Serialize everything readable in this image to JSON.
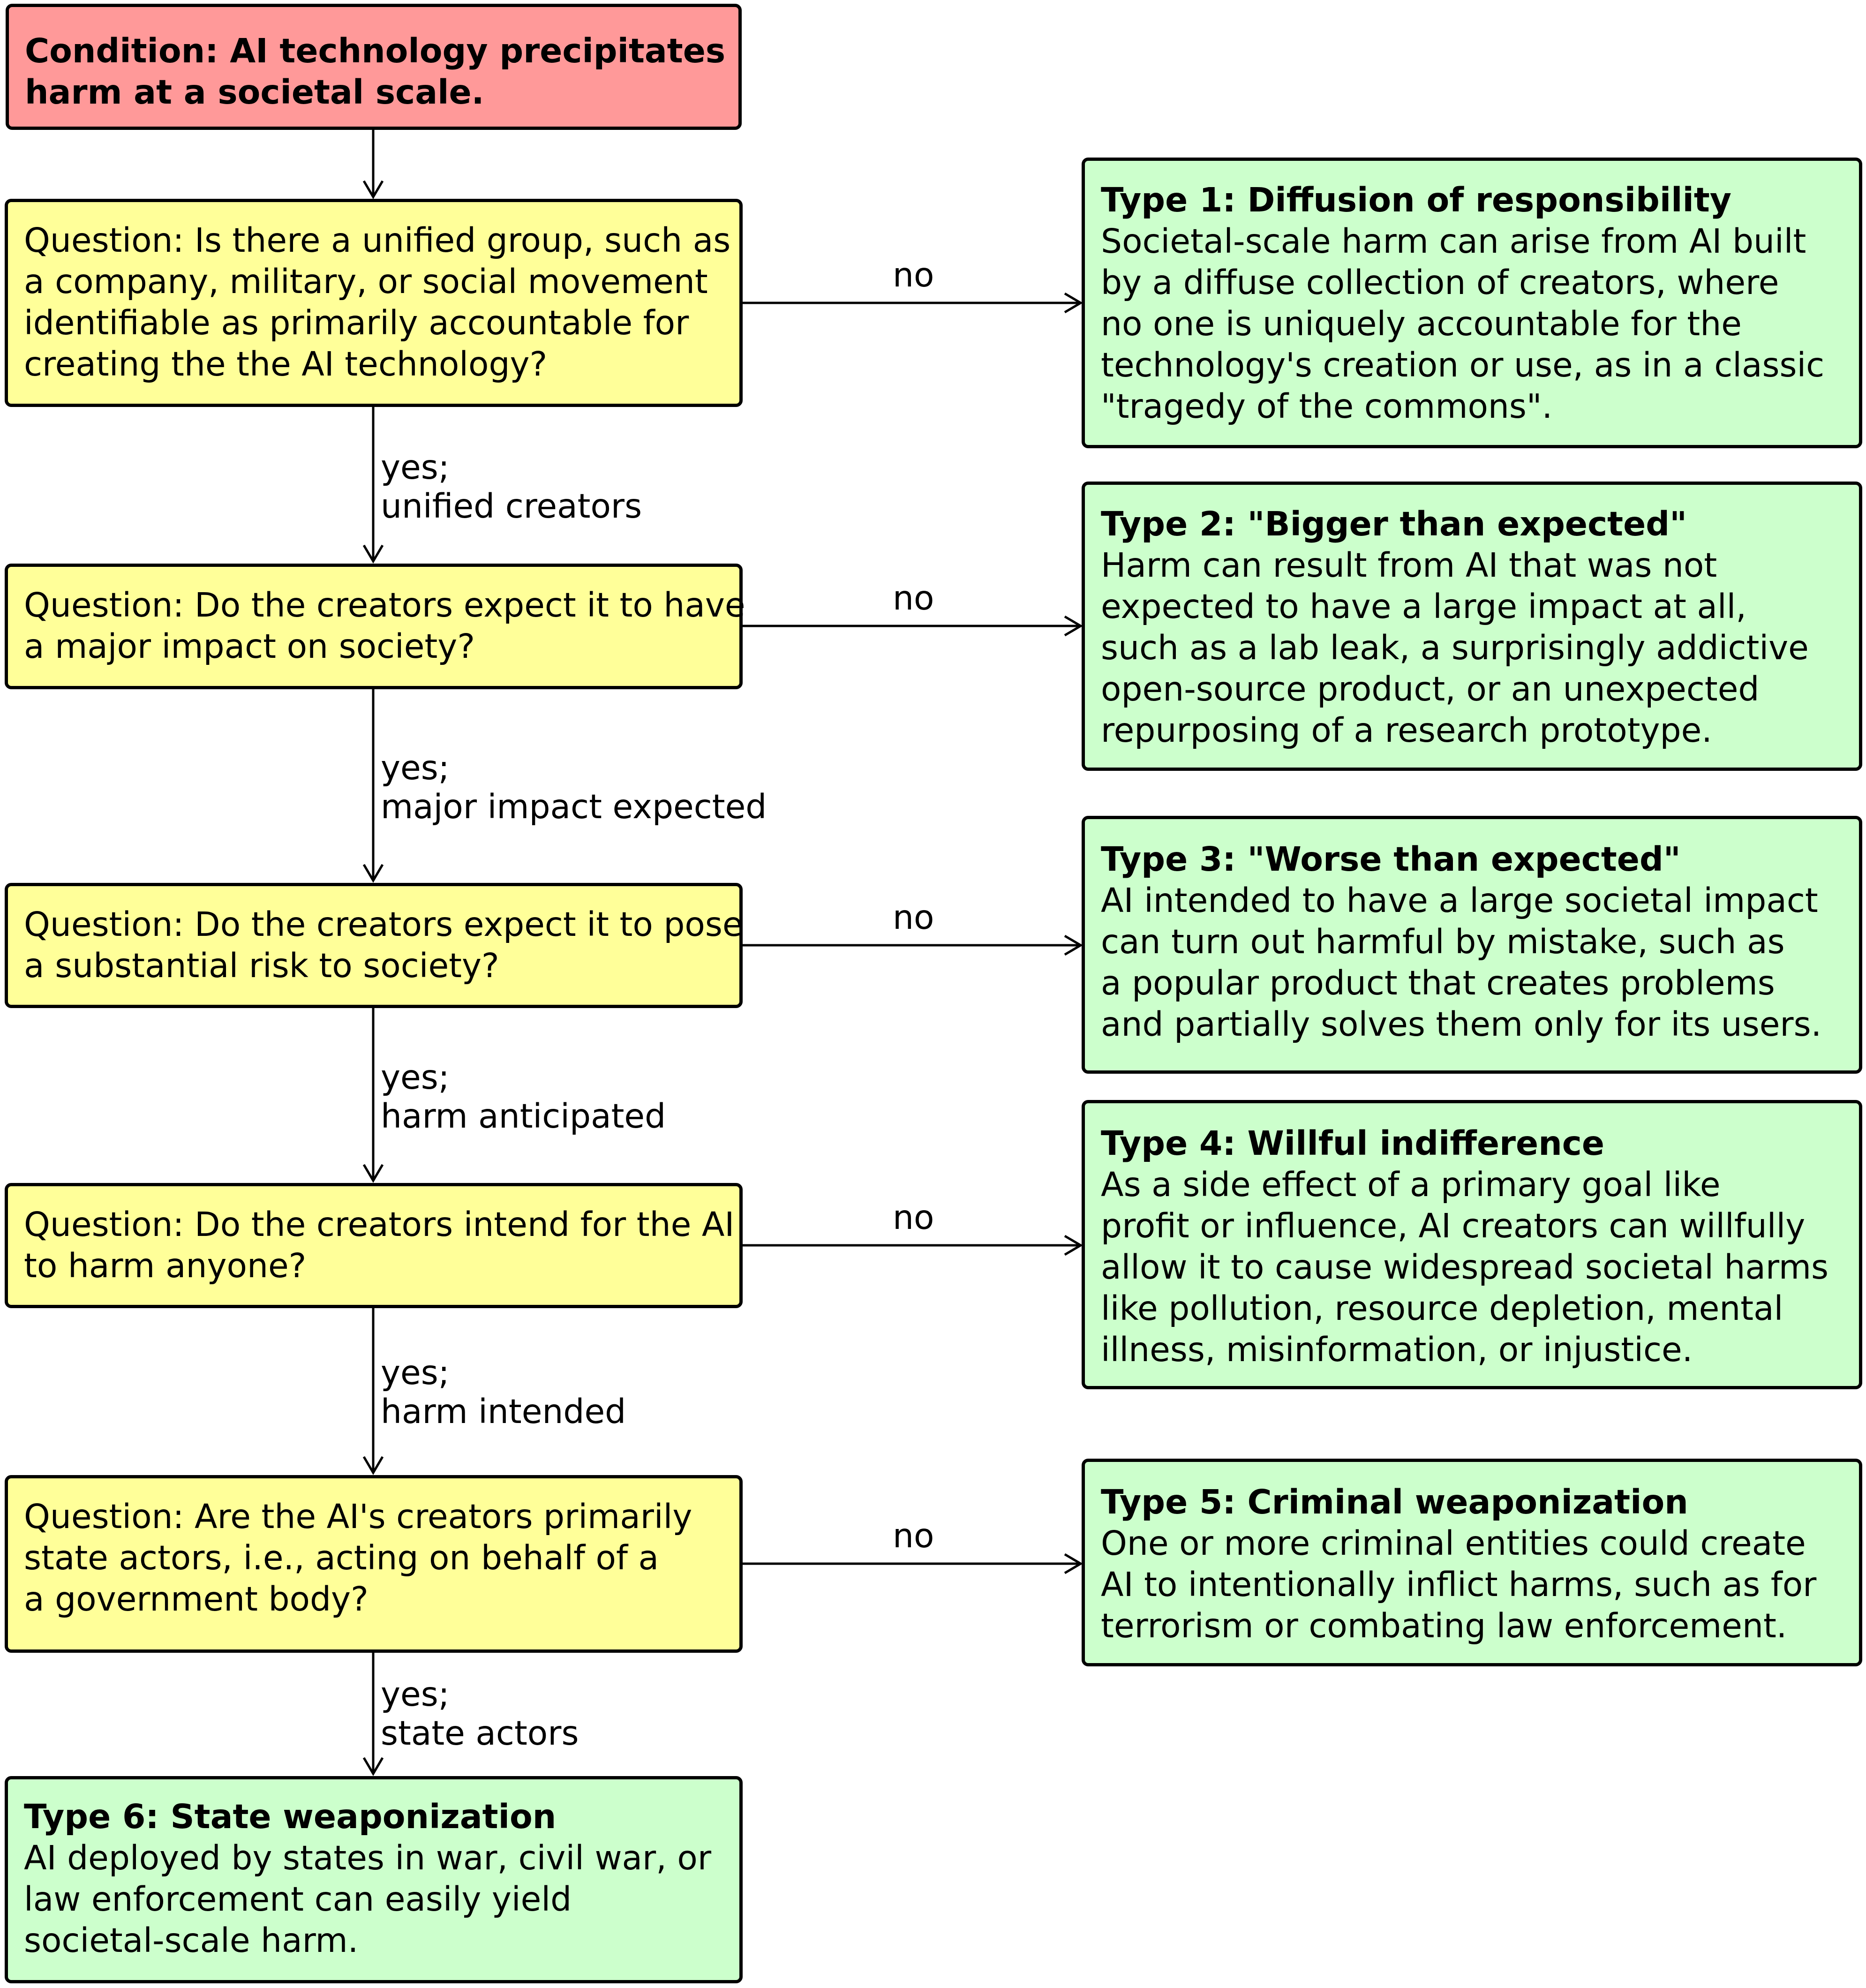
{
  "condition": {
    "lines": [
      "Condition: AI technology precipitates",
      "harm at a societal scale."
    ]
  },
  "questions": [
    {
      "lines": [
        "Question: Is there a unified group, such as",
        "a company, military, or social movement",
        "identifiable as primarily accountable for",
        "creating the the AI technology?"
      ]
    },
    {
      "lines": [
        "Question: Do the creators expect it to have",
        "a major impact on society?"
      ]
    },
    {
      "lines": [
        "Question: Do the creators expect it to pose",
        "a substantial risk to society?"
      ]
    },
    {
      "lines": [
        "Question: Do the creators intend for the AI",
        "to harm anyone?"
      ]
    },
    {
      "lines": [
        "Question: Are the AI's creators primarily",
        "state actors, i.e., acting on behalf of a",
        "a government body?"
      ]
    }
  ],
  "yes_labels": [
    [
      "yes;",
      "unified creators"
    ],
    [
      "yes;",
      "major impact expected"
    ],
    [
      "yes;",
      "harm anticipated"
    ],
    [
      "yes;",
      "harm intended"
    ],
    [
      "yes;",
      "state actors"
    ]
  ],
  "no_label": "no",
  "types": [
    {
      "title": "Type 1: Diffusion of responsibility",
      "lines": [
        "Societal-scale harm can arise from AI built",
        "by a diffuse collection of creators, where",
        "no one is uniquely accountable for the",
        "technology's creation or use, as in a classic",
        "\"tragedy of the commons\"."
      ]
    },
    {
      "title": "Type 2: \"Bigger than expected\"",
      "lines": [
        "Harm can result from AI that was not",
        "expected to have a large impact at all,",
        "such as a lab leak, a surprisingly addictive",
        "open-source product, or an unexpected",
        "repurposing of a research prototype."
      ]
    },
    {
      "title": "Type 3: \"Worse than expected\"",
      "lines": [
        "AI intended to have a large societal impact",
        "can turn out harmful by mistake, such as",
        "a popular product that creates problems",
        "and partially solves them only for its users."
      ]
    },
    {
      "title": "Type 4: Willful indifference",
      "lines": [
        "As a side effect of a primary goal like",
        "profit or influence, AI creators can willfully",
        "allow it to cause widespread societal harms",
        "like pollution, resource depletion, mental",
        "illness, misinformation, or injustice."
      ]
    },
    {
      "title": "Type 5: Criminal weaponization",
      "lines": [
        "One or more criminal entities could create",
        "AI to intentionally inflict harms, such as for",
        "terrorism or combating law enforcement."
      ]
    },
    {
      "title": "Type 6: State weaponization",
      "lines": [
        "AI deployed by states in war, civil war, or",
        "law enforcement can easily yield",
        "societal-scale harm."
      ]
    }
  ],
  "colors": {
    "condition_fill": "#ff9999",
    "question_fill": "#ffff99",
    "type_fill": "#ccffcc",
    "stroke": "#000000"
  }
}
